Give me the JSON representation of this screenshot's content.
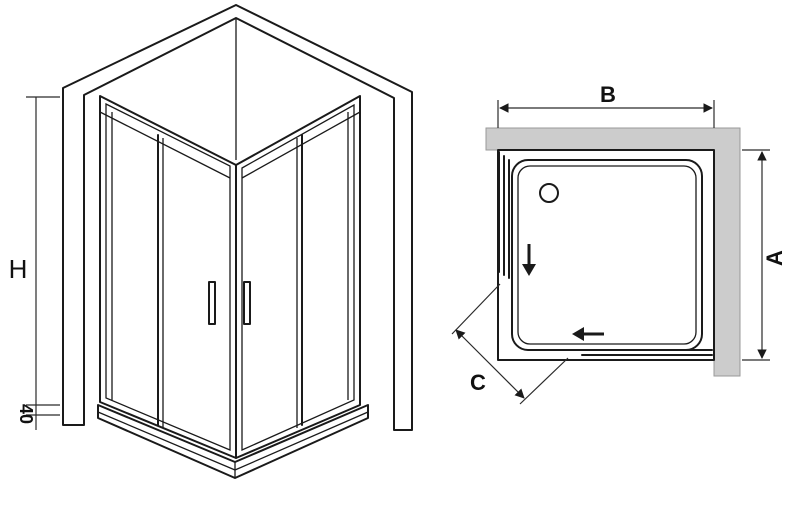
{
  "diagram": {
    "labels": {
      "height": "H",
      "tray_height": "40",
      "width_b": "B",
      "depth_a": "A",
      "entry_c": "C"
    },
    "colors": {
      "line": "#1a1a1a",
      "wall_fill": "#cccccc",
      "background": "#ffffff"
    }
  }
}
